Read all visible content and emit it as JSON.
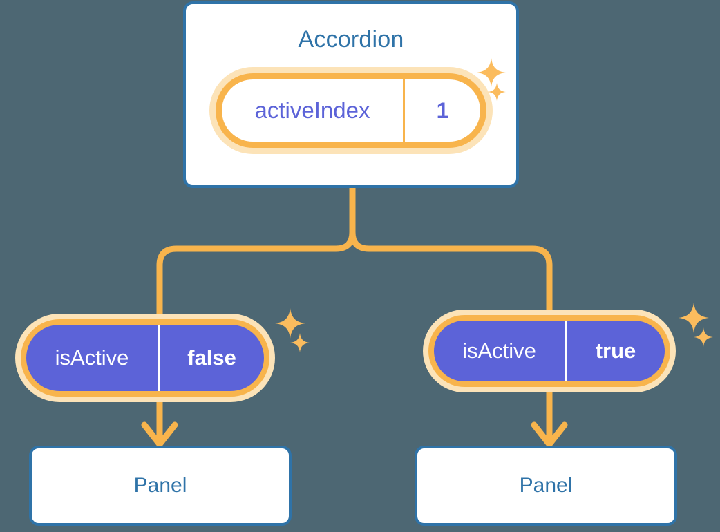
{
  "theme": {
    "background": "#4d6773",
    "card_border": "#2f73a8",
    "card_fill": "#ffffff",
    "title_text": "#2f73a8",
    "pill_border": "#f8b44c",
    "pill_halo": "#fce3b8",
    "pill_active_fill": "#5c63d8",
    "pill_active_text": "#ffffff",
    "state_text": "#5c63d8",
    "connector": "#f8b44c",
    "sparkle": "#fbbc5e"
  },
  "root": {
    "title": "Accordion",
    "state": {
      "key": "activeIndex",
      "value": "1"
    }
  },
  "children": [
    {
      "state": {
        "key": "isActive",
        "value": "false"
      },
      "panel": {
        "title": "Panel"
      }
    },
    {
      "state": {
        "key": "isActive",
        "value": "true"
      },
      "panel": {
        "title": "Panel"
      }
    }
  ],
  "icons": {
    "sparkle": "sparkle-icon"
  }
}
